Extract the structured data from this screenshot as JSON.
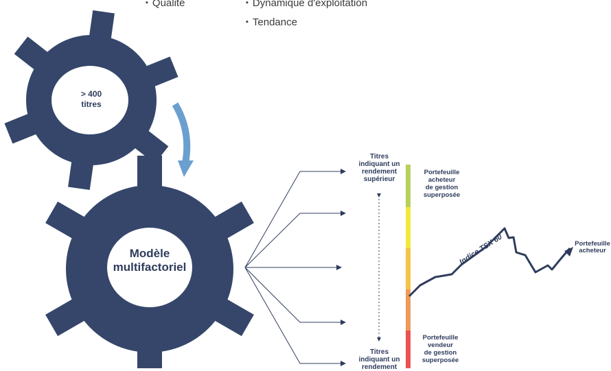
{
  "bullets": {
    "col1": [
      "Qualité"
    ],
    "col2": [
      "Dynamique d'exploitation",
      "Tendance"
    ]
  },
  "gears": {
    "top_label_line1": "> 400",
    "top_label_line2": "titres",
    "bottom_label_line1": "Modèle",
    "bottom_label_line2": "multifactoriel"
  },
  "scale": {
    "top_label": [
      "Titres",
      "indiquant un",
      "rendement",
      "supérieur"
    ],
    "bottom_label": [
      "Titres",
      "indiquant un",
      "rendement"
    ],
    "colors": [
      "#b8cf5c",
      "#f2e93c",
      "#f5c34a",
      "#ee9a5a",
      "#e85454"
    ]
  },
  "portfolios": {
    "buyer_overlay": [
      "Portefeuille",
      "acheteur",
      "de gestion",
      "superposée"
    ],
    "seller_overlay": [
      "Portefeuille",
      "vendeur",
      "de gestion",
      "superposée"
    ],
    "buyer_right": [
      "Portefeuille",
      "acheteur"
    ]
  },
  "index_label": "Indice TSX 60",
  "colors": {
    "navy": "#2e3c5c",
    "arrow_blue": "#6b9fcf"
  }
}
